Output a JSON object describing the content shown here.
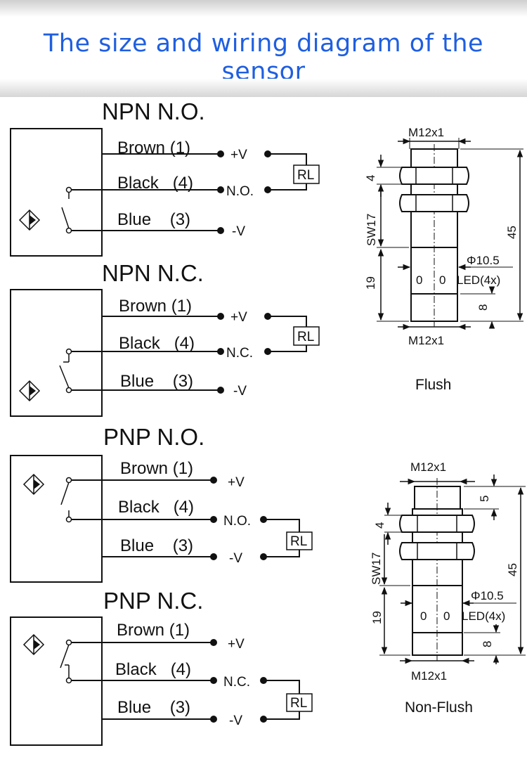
{
  "header": {
    "title": "The size and wiring diagram of the sensor"
  },
  "wiring": [
    {
      "title": "NPN  N.O.",
      "wires": [
        {
          "label": "Brown (1)",
          "terminal": "+V"
        },
        {
          "label": "Black   (4)",
          "terminal": "N.O."
        },
        {
          "label": "Blue    (3)",
          "terminal": "-V"
        }
      ],
      "load": "RL"
    },
    {
      "title": "NPN  N.C.",
      "wires": [
        {
          "label": "Brown (1)",
          "terminal": "+V"
        },
        {
          "label": "Black   (4)",
          "terminal": "N.C."
        },
        {
          "label": "Blue    (3)",
          "terminal": "-V"
        }
      ],
      "load": "RL"
    },
    {
      "title": "PNP  N.O.",
      "wires": [
        {
          "label": "Brown (1)",
          "terminal": "+V"
        },
        {
          "label": "Black   (4)",
          "terminal": "N.O."
        },
        {
          "label": "Blue    (3)",
          "terminal": "-V"
        }
      ],
      "load": "RL"
    },
    {
      "title": "PNP  N.C.",
      "wires": [
        {
          "label": "Brown (1)",
          "terminal": "+V"
        },
        {
          "label": "Black   (4)",
          "terminal": "N.C."
        },
        {
          "label": "Blue    (3)",
          "terminal": "-V"
        }
      ],
      "load": "RL"
    }
  ],
  "drawings": [
    {
      "caption": "Flush",
      "dims": {
        "thread_top": "M12x1",
        "thread_bottom": "M12x1",
        "nut": "4",
        "wrench": "SW17",
        "total": "45",
        "body": "19",
        "diameter": "Φ10.5",
        "led": "LED(4x)",
        "thread_len": "8"
      }
    },
    {
      "caption": "Non-Flush",
      "dims": {
        "thread_top": "M12x1",
        "thread_bottom": "M12x1",
        "nut": "4",
        "wrench": "SW17",
        "total": "45",
        "body": "19",
        "diameter": "Φ10.5",
        "led": "LED(4x)",
        "thread_len": "8",
        "protrusion": "5"
      }
    }
  ]
}
